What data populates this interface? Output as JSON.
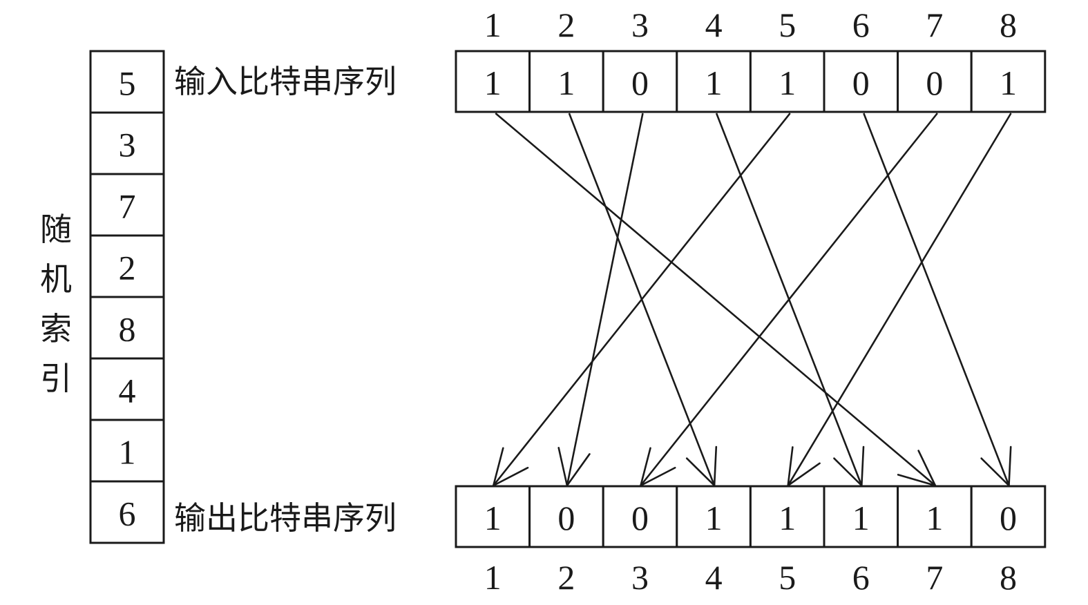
{
  "random_index": {
    "label": "随机索引",
    "values": [
      "5",
      "3",
      "7",
      "2",
      "8",
      "4",
      "1",
      "6"
    ]
  },
  "input": {
    "label": "输入比特串序列",
    "positions": [
      "1",
      "2",
      "3",
      "4",
      "5",
      "6",
      "7",
      "8"
    ],
    "bits": [
      "1",
      "1",
      "0",
      "1",
      "1",
      "0",
      "0",
      "1"
    ]
  },
  "output": {
    "label": "输出比特串序列",
    "positions": [
      "1",
      "2",
      "3",
      "4",
      "5",
      "6",
      "7",
      "8"
    ],
    "bits": [
      "1",
      "0",
      "0",
      "1",
      "1",
      "1",
      "1",
      "0"
    ]
  },
  "mapping": [
    {
      "from": 1,
      "to": 7
    },
    {
      "from": 2,
      "to": 4
    },
    {
      "from": 3,
      "to": 2
    },
    {
      "from": 4,
      "to": 6
    },
    {
      "from": 5,
      "to": 1
    },
    {
      "from": 6,
      "to": 8
    },
    {
      "from": 7,
      "to": 3
    },
    {
      "from": 8,
      "to": 5
    }
  ]
}
